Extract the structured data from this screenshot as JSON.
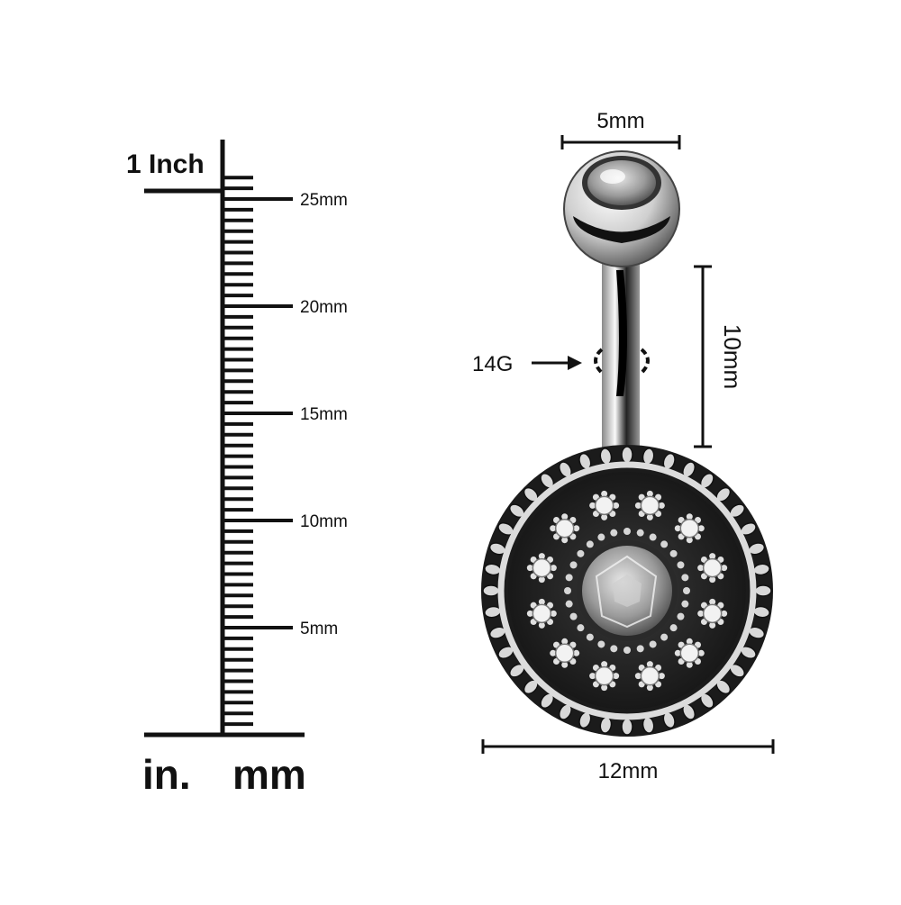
{
  "ruler": {
    "inch_label": "1 Inch",
    "mm_labels": [
      "25mm",
      "20mm",
      "15mm",
      "10mm",
      "5mm"
    ],
    "mm_values": [
      25,
      20,
      15,
      10,
      5
    ],
    "unit_in": "in.",
    "unit_mm": "mm",
    "total_mm": 25
  },
  "jewelry": {
    "ball_width": "5mm",
    "bar_length": "10mm",
    "gauge": "14G",
    "disc_width": "12mm"
  },
  "colors": {
    "ink": "#111111",
    "metal_light": "#e6e6e6",
    "metal_dark": "#2a2a2a",
    "gem": "#9a9a9a"
  }
}
